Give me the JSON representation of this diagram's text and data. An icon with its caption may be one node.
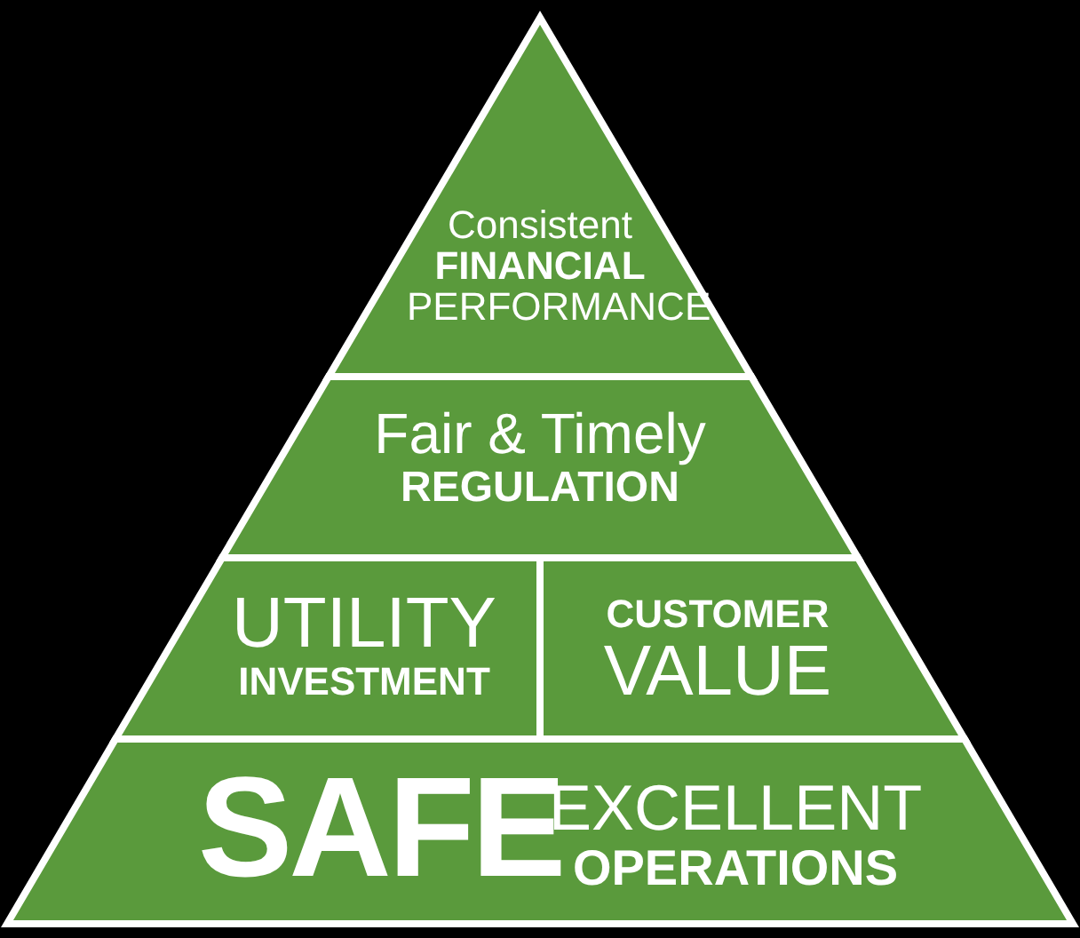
{
  "diagram": {
    "nodes": [
      {
        "text": [
          "Consistent **FINANCIAL** PERFORMANCE"
        ]
      },
      {
        "text": [
          "Fair & Timely **REGULATION**"
        ]
      },
      {
        "text": [
          "UTILITY **INVESTMENT**"
        ]
      },
      {
        "text": [
          "**CUSTOMER** VALUE"
        ]
      },
      {
        "text": [
          "SAFE",
          "EXCELLENT **OPERATIONS**"
        ]
      }
    ]
  }
}
